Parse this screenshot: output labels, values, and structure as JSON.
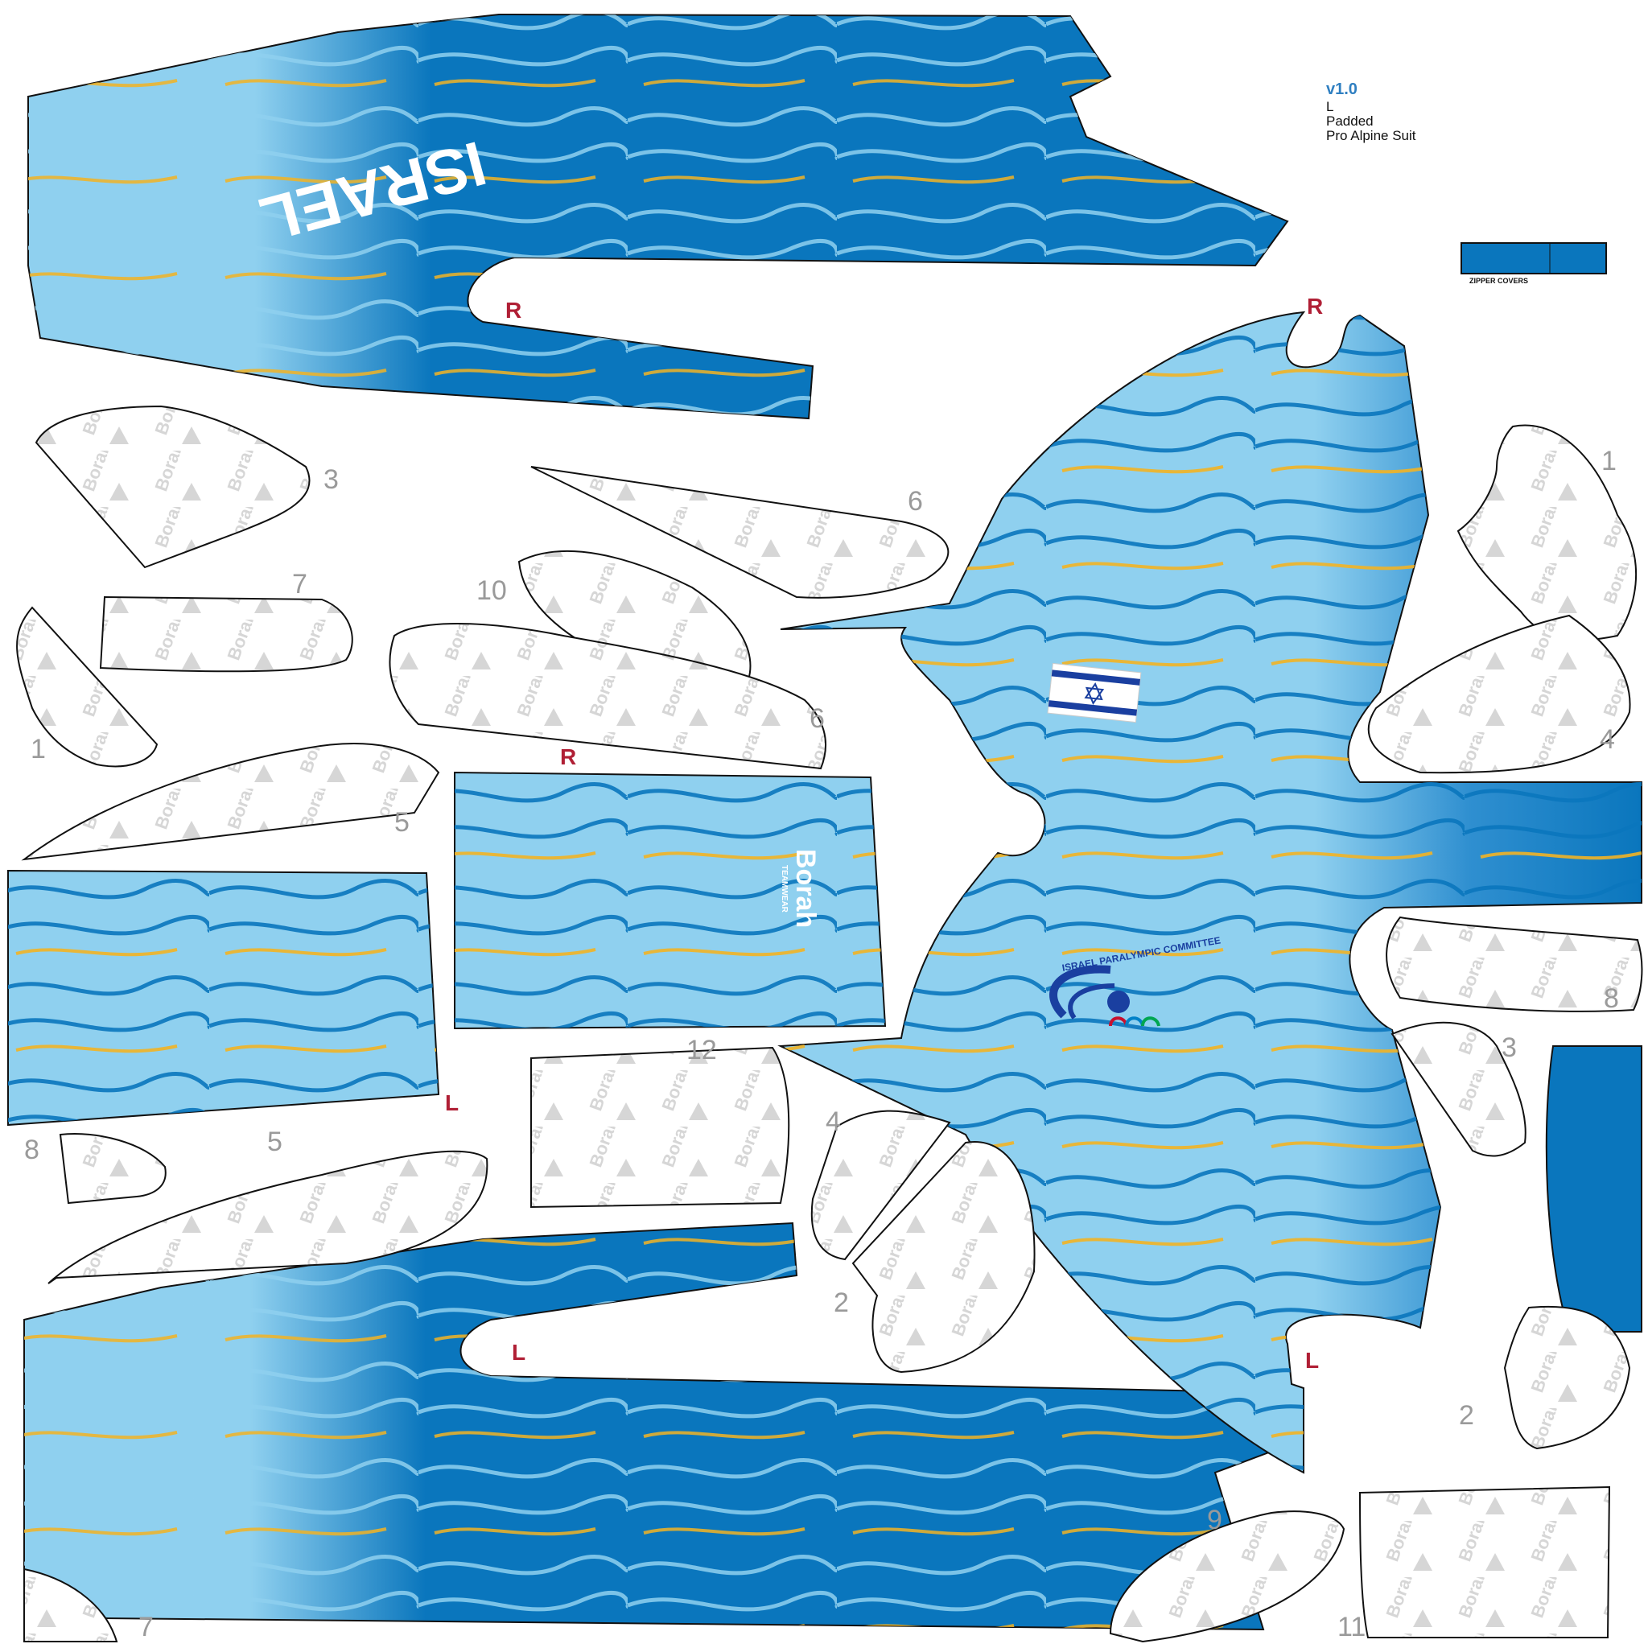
{
  "header": {
    "version": "v1.0",
    "size": "L",
    "option": "Padded",
    "product": "Pro Alpine Suit"
  },
  "zipper_covers_label": "ZIPPER COVERS",
  "brand": {
    "wordmark": "Borah",
    "subline": "TEAMWEAR",
    "team_text": "ISRAEL",
    "committee": "ISRAEL PARALYMPIC COMMITTEE"
  },
  "markers": {
    "r1": "R",
    "r2": "R",
    "r3": "R",
    "l1": "L",
    "l2": "L",
    "l3": "L"
  },
  "piece_numbers": {
    "n3a": "3",
    "n6a": "6",
    "n1a": "1",
    "n7a": "7",
    "n10": "10",
    "n6b": "6",
    "n1b": "1",
    "n4a": "4",
    "n5a": "5",
    "n8a": "8",
    "n12": "12",
    "n3b": "3",
    "n8b": "8",
    "n5b": "5",
    "n4b": "4",
    "n2a": "2",
    "n2b": "2",
    "n9": "9",
    "n11": "11",
    "n7b": "7"
  },
  "colors": {
    "dark_blue": "#0a76bd",
    "light_blue": "#8fd0ef",
    "pale_blue": "#a9dcf4",
    "contour_gold": "#f2b324",
    "outline": "#111111",
    "label_red": "#b01f35",
    "number_gray": "#9a9a9a"
  },
  "icons": [
    "israel-flag-icon",
    "paralympic-logo-icon",
    "borah-logo-icon"
  ]
}
